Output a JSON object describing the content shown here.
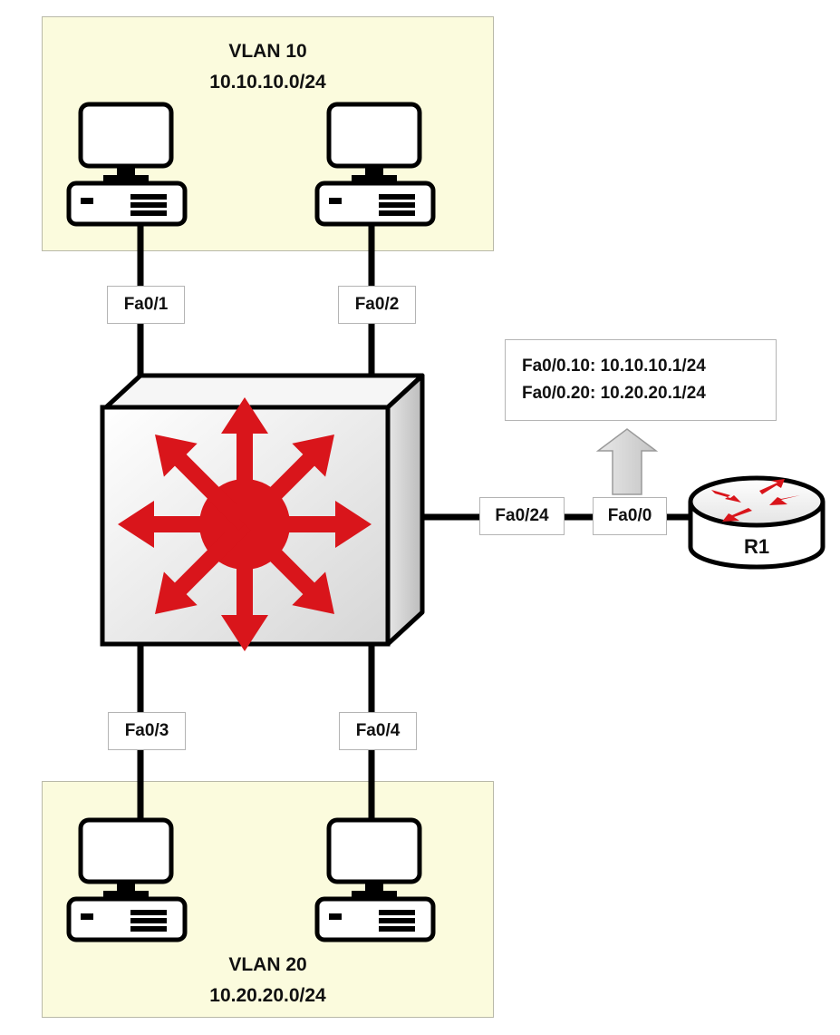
{
  "vlan10": {
    "name": "VLAN 10",
    "subnet": "10.10.10.0/24"
  },
  "vlan20": {
    "name": "VLAN 20",
    "subnet": "10.20.20.0/24"
  },
  "ports": {
    "fa0_1": "Fa0/1",
    "fa0_2": "Fa0/2",
    "fa0_3": "Fa0/3",
    "fa0_4": "Fa0/4",
    "fa0_24": "Fa0/24",
    "router_fa0_0": "Fa0/0"
  },
  "subinterfaces": [
    "Fa0/0.10: 10.10.10.1/24",
    "Fa0/0.20: 10.20.20.1/24"
  ],
  "router": {
    "name": "R1"
  },
  "colors": {
    "vlan_zone": "#fbfbdd",
    "switch_arrows": "#d9151b",
    "link": "#000000"
  },
  "icons": [
    "multilayer-switch-icon",
    "router-icon",
    "pc-icon"
  ]
}
